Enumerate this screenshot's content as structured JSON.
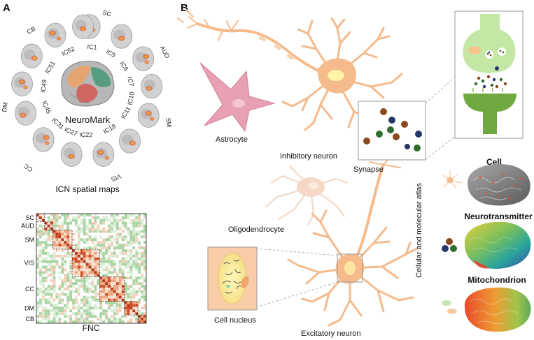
{
  "panel_a": {
    "letter": "A",
    "center_label": "NeuroMark",
    "caption_spatial": "ICN spatial maps",
    "caption_fnc": "FNC",
    "ring_ics": [
      "IC1",
      "IC5",
      "IC6",
      "IC7",
      "IC10",
      "IC11",
      "IC18",
      "IC22",
      "IC27",
      "IC31",
      "IC45",
      "IC49",
      "IC51",
      "IC52"
    ],
    "domains": [
      "SC",
      "AUD",
      "SM",
      "VIS",
      "CC",
      "DM",
      "CB"
    ],
    "fnc_labels": [
      "SC",
      "AUD",
      "SM",
      "VIS",
      "CC",
      "DM",
      "CB"
    ]
  },
  "panel_b": {
    "letter": "B",
    "astrocyte": "Astrocyte",
    "inhibitory": "Inhibitory  neuron",
    "synapse": "Synapse",
    "oligodendrocyte": "Oligodendrocyte",
    "nucleus": "Cell nucleus",
    "excitatory": "Excitatory neuron",
    "atlas_title": "Cellular and molecular atlas",
    "cell": "Cell",
    "neurotransmitter": "Neurotransmitter",
    "mitochondrion": "Mitochondrion"
  },
  "colors": {
    "neuron": "#f6bb8c",
    "astrocyte": "#e9a2b4",
    "oligodendrocyte": "#f5d9c6",
    "synapse_green": "#72aa3f",
    "synapse_light": "#bfe3a1",
    "fnc_red": "#d0552a",
    "fnc_green": "#8fc48d"
  }
}
